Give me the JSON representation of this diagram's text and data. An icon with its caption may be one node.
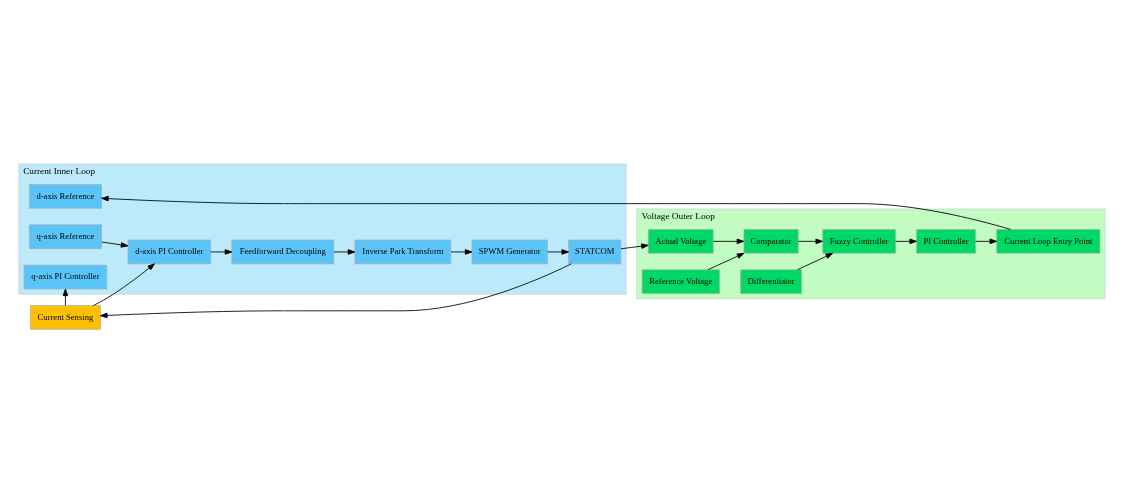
{
  "diagram": {
    "nodes": [
      {
        "text": [
          "Current Inner Loop"
        ]
      },
      {
        "text": [
          "d-axis Reference"
        ],
        "in": 0
      },
      {
        "text": [
          "q-axis Reference"
        ],
        "in": 0
      },
      {
        "text": [
          "d-axis PI Controller"
        ],
        "in": 0
      },
      {
        "text": [
          "Feedforward Decoupling"
        ],
        "in": 0
      },
      {
        "text": [
          "Inverse Park Transform"
        ],
        "in": 0
      },
      {
        "text": [
          "SPWM Generator"
        ],
        "in": 0
      },
      {
        "text": [
          "STATCOM"
        ],
        "in": 0
      },
      {
        "text": [
          "q-axis PI Controller"
        ],
        "in": 0
      },
      {
        "text": [
          "Current Sensing"
        ]
      },
      {
        "text": [
          "Voltage Outer Loop"
        ]
      },
      {
        "text": [
          "Actual Voltage"
        ],
        "in": 10
      },
      {
        "text": [
          "Comparator"
        ],
        "in": 10
      },
      {
        "text": [
          "Reference Voltage"
        ],
        "in": 10
      },
      {
        "text": [
          "Fuzzy Controller"
        ],
        "in": 10
      },
      {
        "text": [
          "Differentiator"
        ],
        "in": 10
      },
      {
        "text": [
          "PI Controller"
        ],
        "in": 10
      },
      {
        "text": [
          "Current Loop Entry Point"
        ],
        "in": 10
      }
    ],
    "edges": [
      {
        "from": 2,
        "to": 3,
        "arrow": "to"
      },
      {
        "from": 3,
        "to": 4,
        "arrow": "to"
      },
      {
        "from": 4,
        "to": 5,
        "arrow": "to"
      },
      {
        "from": 5,
        "to": 6,
        "arrow": "to"
      },
      {
        "from": 6,
        "to": 7,
        "arrow": "to"
      },
      {
        "from": 7,
        "to": 9,
        "arrow": "to"
      },
      {
        "from": 9,
        "to": 3,
        "arrow": "to"
      },
      {
        "from": 9,
        "to": 8,
        "arrow": "to"
      },
      {
        "from": 7,
        "to": 11,
        "arrow": "to"
      },
      {
        "from": 11,
        "to": 12,
        "arrow": "to"
      },
      {
        "from": 13,
        "to": 12,
        "arrow": "to"
      },
      {
        "from": 12,
        "to": 14,
        "arrow": "to"
      },
      {
        "from": 15,
        "to": 14,
        "arrow": "to"
      },
      {
        "from": 14,
        "to": 16,
        "arrow": "to"
      },
      {
        "from": 16,
        "to": 17,
        "arrow": "to"
      },
      {
        "from": 17,
        "to": 1,
        "arrow": "to"
      }
    ]
  }
}
